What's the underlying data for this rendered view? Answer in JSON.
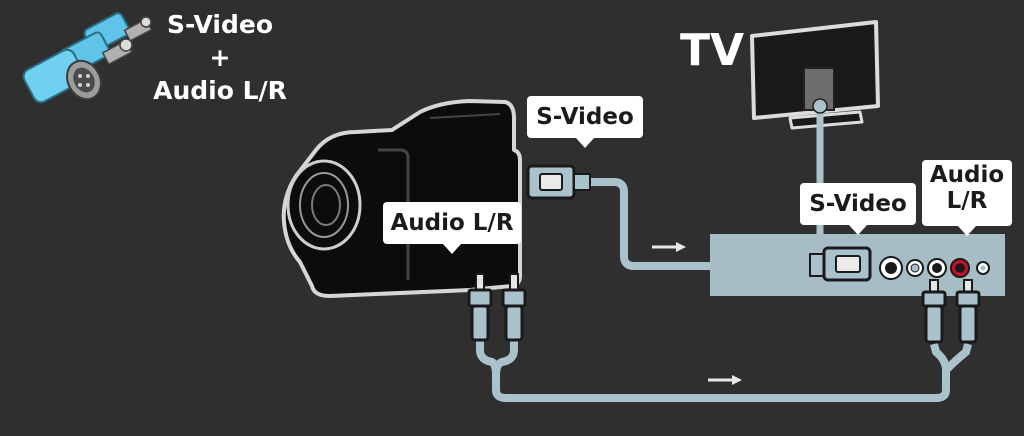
{
  "header": {
    "line1": "S-Video",
    "line2": "+",
    "line3": "Audio L/R"
  },
  "labels": {
    "tv": "TV",
    "camera_svideo": "S-Video",
    "camera_audio": "Audio L/R",
    "tv_svideo": "S-Video",
    "tv_audio_line1": "Audio",
    "tv_audio_line2": "L/R"
  },
  "colors": {
    "background": "#2f2f2f",
    "cable": "#a9c2cc",
    "panel": "#a7bdc6",
    "audio_right_jack": "#c8102e"
  },
  "icons": [
    "svideo-audio-connectors-icon",
    "camcorder-icon",
    "tv-icon",
    "arrow-right-icon"
  ]
}
